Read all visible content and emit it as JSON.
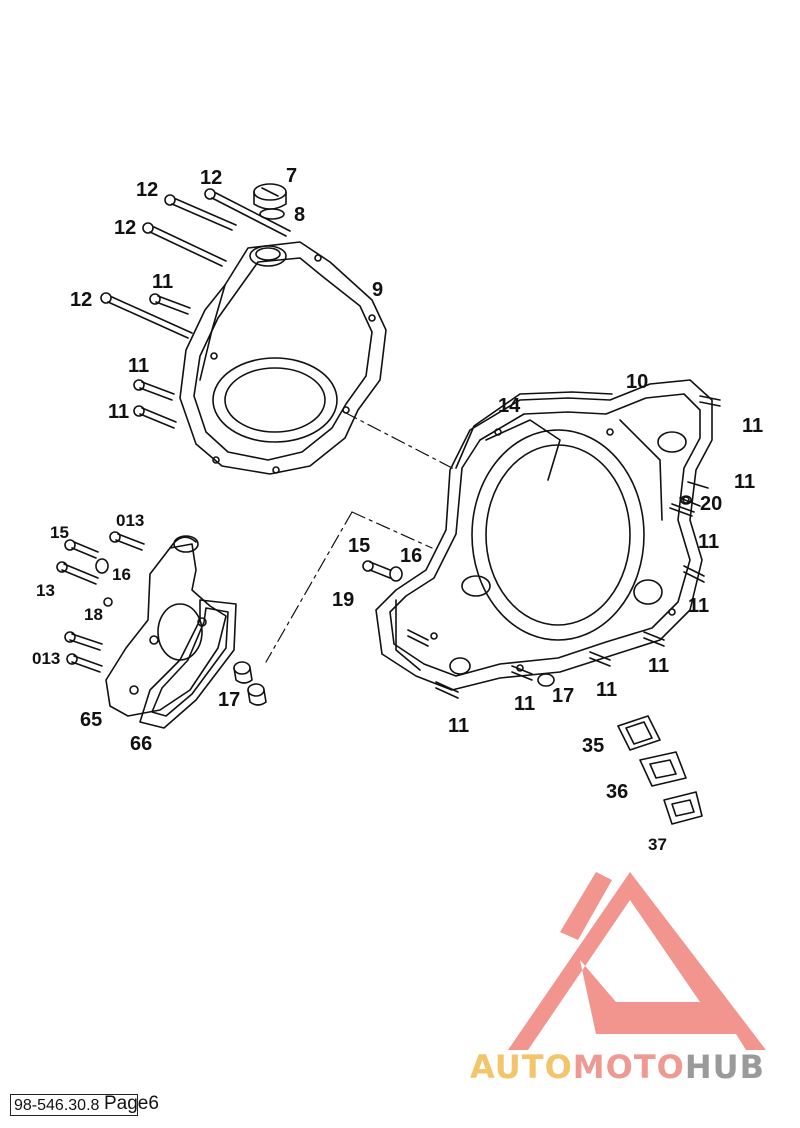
{
  "callouts": {
    "c7": "7",
    "c8": "8",
    "c9": "9",
    "c10": "10",
    "c14": "14",
    "c12a": "12",
    "c12b": "12",
    "c12c": "12",
    "c12d": "12",
    "c11a": "11",
    "c11b": "11",
    "c11c": "11",
    "c11r1": "11",
    "c11r2": "11",
    "c11r3": "11",
    "c11r4": "11",
    "c11r5": "11",
    "c11b1": "11",
    "c11b2": "11",
    "c11b3": "11",
    "c20": "20",
    "c15a": "15",
    "c15b": "15",
    "c16a": "16",
    "c16b": "16",
    "c19": "19",
    "c17a": "17",
    "c17b": "17",
    "c013a": "013",
    "c013b": "013",
    "c13": "13",
    "c18": "18",
    "c65": "65",
    "c66": "66",
    "c35": "35",
    "c36": "36",
    "c37": "37"
  },
  "watermark": {
    "part1": "AUTO",
    "part2": "MOTO",
    "part3": "HUB",
    "colors": {
      "auto": "#f2c56b",
      "moto": "#ee9a93",
      "hub": "#9a9a9a",
      "logo": "#f08a82"
    }
  },
  "footer": {
    "code": "98-546.30.8",
    "page": "Page6"
  }
}
